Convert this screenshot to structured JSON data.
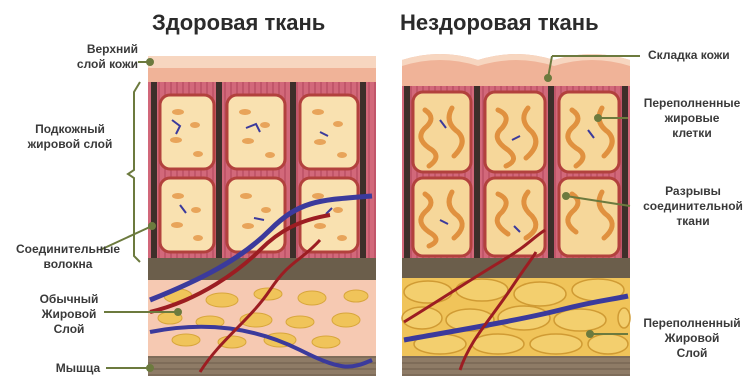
{
  "titles": {
    "healthy": "Здоровая ткань",
    "unhealthy": "Нездоровая ткань"
  },
  "left_labels": {
    "top_skin": [
      "Верхний",
      "слой кожи"
    ],
    "subcutaneous": [
      "Подкожный",
      "жировой слой"
    ],
    "fibers": [
      "Соединительные",
      "волокна"
    ],
    "normal_fat": [
      "Обычный",
      "Жировой",
      "Слой"
    ],
    "muscle": [
      "Мышца"
    ]
  },
  "right_labels": {
    "skin_fold": [
      "Складка кожи"
    ],
    "overfilled_cells": [
      "Переполненные",
      "жировые",
      "клетки"
    ],
    "tissue_breaks": [
      "Разрывы",
      "соединительной",
      "ткани"
    ],
    "overfilled_fat": [
      "Переполненный",
      "Жировой",
      "Слой"
    ]
  },
  "colors": {
    "skin": "#f3c2a6",
    "skin_top": "#f7d6c0",
    "fiber_bg": "#c9556b",
    "cell_fill": "#f9e1b0",
    "cell_border": "#b2413d",
    "fat_globule": "#f0c45a",
    "vein": "#3b3a9c",
    "artery": "#9c1d22",
    "dark_band": "#6b5e4b",
    "muscle": "#8c7a66",
    "callout_line": "#6c7a3e"
  }
}
